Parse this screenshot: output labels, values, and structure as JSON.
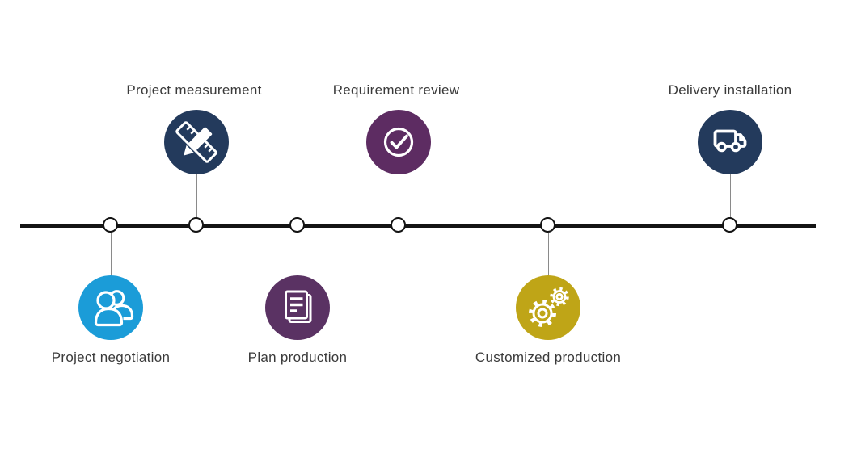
{
  "steps": [
    {
      "label": "Project negotiation",
      "side": "below",
      "color": "#1b9cd8",
      "icon": "people-icon"
    },
    {
      "label": "Project measurement",
      "side": "above",
      "color": "#233a5c",
      "icon": "ruler-pencil-icon"
    },
    {
      "label": "Plan production",
      "side": "below",
      "color": "#5a3263",
      "icon": "document-icon"
    },
    {
      "label": "Requirement review",
      "side": "above",
      "color": "#5d2c62",
      "icon": "check-circle-icon"
    },
    {
      "label": "Customized production",
      "side": "below",
      "color": "#bfa517",
      "icon": "gears-icon"
    },
    {
      "label": "Delivery installation",
      "side": "above",
      "color": "#233a5c",
      "icon": "truck-icon"
    }
  ],
  "timeline": {
    "line_color": "#141414",
    "node_fill": "#ffffff",
    "node_border_color": "#141414",
    "connector_color": "#8a8a8a",
    "icon_stroke_color": "#ffffff",
    "label_text_color": "#3a3a3a",
    "background_color": "#ffffff"
  }
}
